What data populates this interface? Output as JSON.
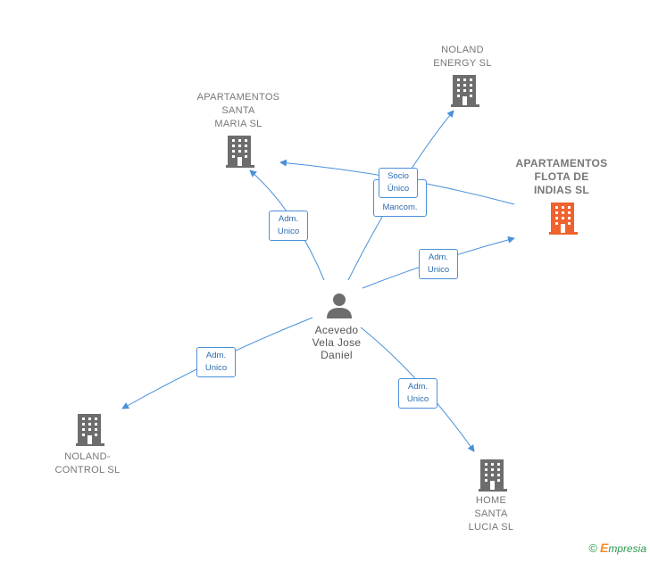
{
  "colors": {
    "edge": "#4a90d9",
    "company_icon": "#6d6d6d",
    "highlight_icon": "#f0622e",
    "person_icon": "#6d6d6d",
    "label_text": "#777777"
  },
  "nodes": {
    "noland_energy": {
      "label": "NOLAND\nENERGY  SL",
      "icon": "building-icon"
    },
    "apartamentos_santa_maria": {
      "label": "APARTAMENTOS\nSANTA\nMARIA  SL",
      "icon": "building-icon"
    },
    "apartamentos_flota_de_indias": {
      "label": "APARTAMENTOS\nFLOTA DE\nINDIAS  SL",
      "icon": "building-icon"
    },
    "person": {
      "label": "Acevedo\nVela Jose\nDaniel",
      "icon": "person-icon"
    },
    "noland_control": {
      "label": "NOLAND-\nCONTROL  SL",
      "icon": "building-icon"
    },
    "home_santa_lucia": {
      "label": "HOME\nSANTA\nLUCIA  SL",
      "icon": "building-icon"
    }
  },
  "edge_labels": {
    "santa_maria": "Adm.\nUnico",
    "noland_energy_socio": "Socio\nÚnico",
    "flota_mancom": "Adm.\nMancom.",
    "flota_unico": "Adm.\nUnico",
    "noland_control": "Adm.\nUnico",
    "home_santa_lucia": "Adm.\nUnico"
  },
  "footer": {
    "copyright": "©",
    "brand_initial": "E",
    "brand_rest": "mpresia"
  }
}
